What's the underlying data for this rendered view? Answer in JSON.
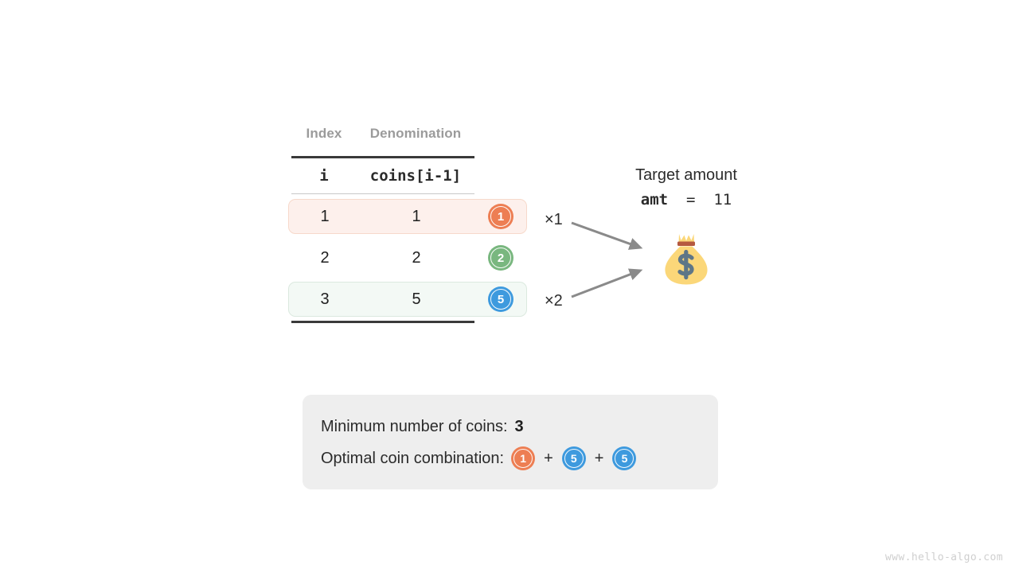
{
  "table": {
    "headers": {
      "index": "Index",
      "denomination": "Denomination"
    },
    "subheaders": {
      "index": "i",
      "denomination": "coins[i-1]"
    },
    "rows": [
      {
        "index": "1",
        "denomination": "1",
        "coin": "1",
        "coin_color": "#ed7e53",
        "highlight": "orange",
        "multiplier": "×1"
      },
      {
        "index": "2",
        "denomination": "2",
        "coin": "2",
        "coin_color": "#79b77f",
        "highlight": "none",
        "multiplier": ""
      },
      {
        "index": "3",
        "denomination": "5",
        "coin": "5",
        "coin_color": "#3e9ade",
        "highlight": "green",
        "multiplier": "×2"
      }
    ]
  },
  "target": {
    "label": "Target amount",
    "var_name": "amt",
    "equals": "=",
    "value": "11",
    "bag_icon": "money-bag-icon"
  },
  "result": {
    "min_coins_label": "Minimum number of coins:",
    "min_coins_value": "3",
    "combination_label": "Optimal coin combination:",
    "combination": [
      {
        "value": "1",
        "color": "#ed7e53"
      },
      {
        "value": "5",
        "color": "#3e9ade"
      },
      {
        "value": "5",
        "color": "#3e9ade"
      }
    ],
    "plus": "+"
  },
  "colors": {
    "orange": "#ed7e53",
    "green": "#79b77f",
    "blue": "#3e9ade",
    "row_highlight_orange": "#fdf0ec",
    "row_highlight_green": "#f3f9f5",
    "result_box_bg": "#eeeeee",
    "arrow_gray": "#8a8a8a",
    "header_gray": "#9b9b9b"
  },
  "watermark": "www.hello-algo.com"
}
